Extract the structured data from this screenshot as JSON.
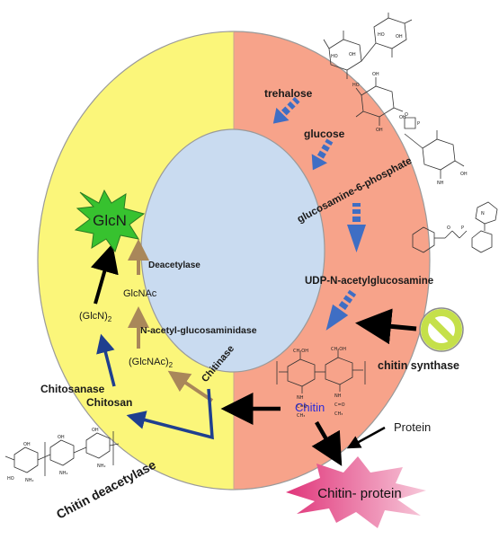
{
  "labels": {
    "trehalose": "trehalose",
    "glucose": "glucose",
    "glucosamine_6_phosphate": "glucosamine-6-phosphate",
    "udp_n_acetylglucosamine": "UDP-N-acetylglucosamine",
    "chitin": "Chitin",
    "chitin_synthase": "chitin synthase",
    "protein": "Protein",
    "chitin_protein": "Chitin- protein",
    "chitinase": "Chitinase",
    "glcnac2": "(GlcNAc)",
    "glcnac2_sub": "2",
    "n_acetyl_glucosaminidase": "N-acetyl-glucosaminidase",
    "glcnac": "GlcNAc",
    "deacetylase": "Deacetylase",
    "glcn": "GlcN",
    "glcn2": "(GlcN)",
    "glcn2_sub": "2",
    "chitosanase": "Chitosanase",
    "chitosan": "Chitosan",
    "chitin_deacetylase": "Chitin deacetylase"
  },
  "colors": {
    "left_half": "#fbf67a",
    "right_half": "#f7a38a",
    "center": "#c9dbf0",
    "pathway_arrow": "#3f6ec4",
    "degradation_arrow": "#a9875a",
    "chitosan_arrow": "#1f3f8f",
    "chitin_text": "#2b2bd8",
    "glcn_burst": "#37c22f",
    "chitin_protein_burst": "#e0357a",
    "inhibitor": "#c5e04a"
  },
  "icons": {
    "inhibitor": "prohibition-sign-icon",
    "glcn_burst": "starburst-shape",
    "chitin_protein_burst": "starburst-shape"
  }
}
